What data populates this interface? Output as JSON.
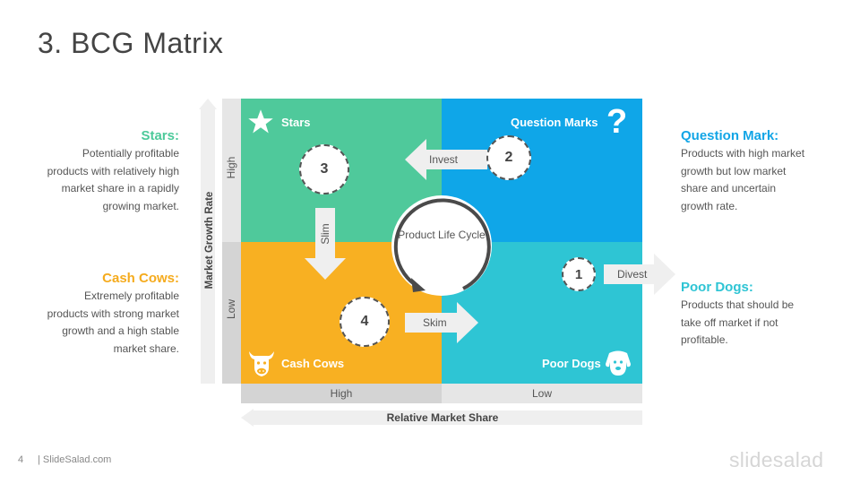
{
  "slide": {
    "title": "3. BCG Matrix",
    "page_number": "4",
    "footer_brand": "| SlideSalad.com",
    "watermark": "slidesalad"
  },
  "side_notes": {
    "stars": {
      "heading": "Stars:",
      "text": "Potentially profitable products with relatively high market share in a rapidly growing market.",
      "color": "#4cc99a"
    },
    "cash_cows": {
      "heading": "Cash Cows:",
      "text": "Extremely profitable products with strong market growth and a high stable market share.",
      "color": "#f5ab1d"
    },
    "question_mark": {
      "heading": "Question Mark:",
      "text": "Products with high market growth but low market share and uncertain growth rate.",
      "color": "#12a5e6"
    },
    "poor_dogs": {
      "heading": "Poor Dogs:",
      "text": "Products that should be take off market if not profitable.",
      "color": "#2ec4d4"
    }
  },
  "matrix": {
    "quadrants": {
      "stars": {
        "label": "Stars",
        "color": "#4fc99b",
        "icon": "star-icon"
      },
      "question_marks": {
        "label": "Question Marks",
        "color": "#0fa6e8",
        "icon": "question-mark-icon"
      },
      "cash_cows": {
        "label": "Cash Cows",
        "color": "#f8b022",
        "icon": "cow-icon"
      },
      "poor_dogs": {
        "label": "Poor Dogs",
        "color": "#2ec5d4",
        "icon": "dog-icon"
      }
    },
    "steps": [
      "1",
      "2",
      "3",
      "4"
    ],
    "arrows": {
      "invest": "Invest",
      "slim": "Slim",
      "skim": "Skim",
      "divest": "Divest"
    },
    "center_label": "Product Life Cycle",
    "y_axis": {
      "label": "Market Growth Rate",
      "high": "High",
      "low": "Low"
    },
    "x_axis": {
      "label": "Relative Market Share",
      "high": "High",
      "low": "Low"
    }
  }
}
